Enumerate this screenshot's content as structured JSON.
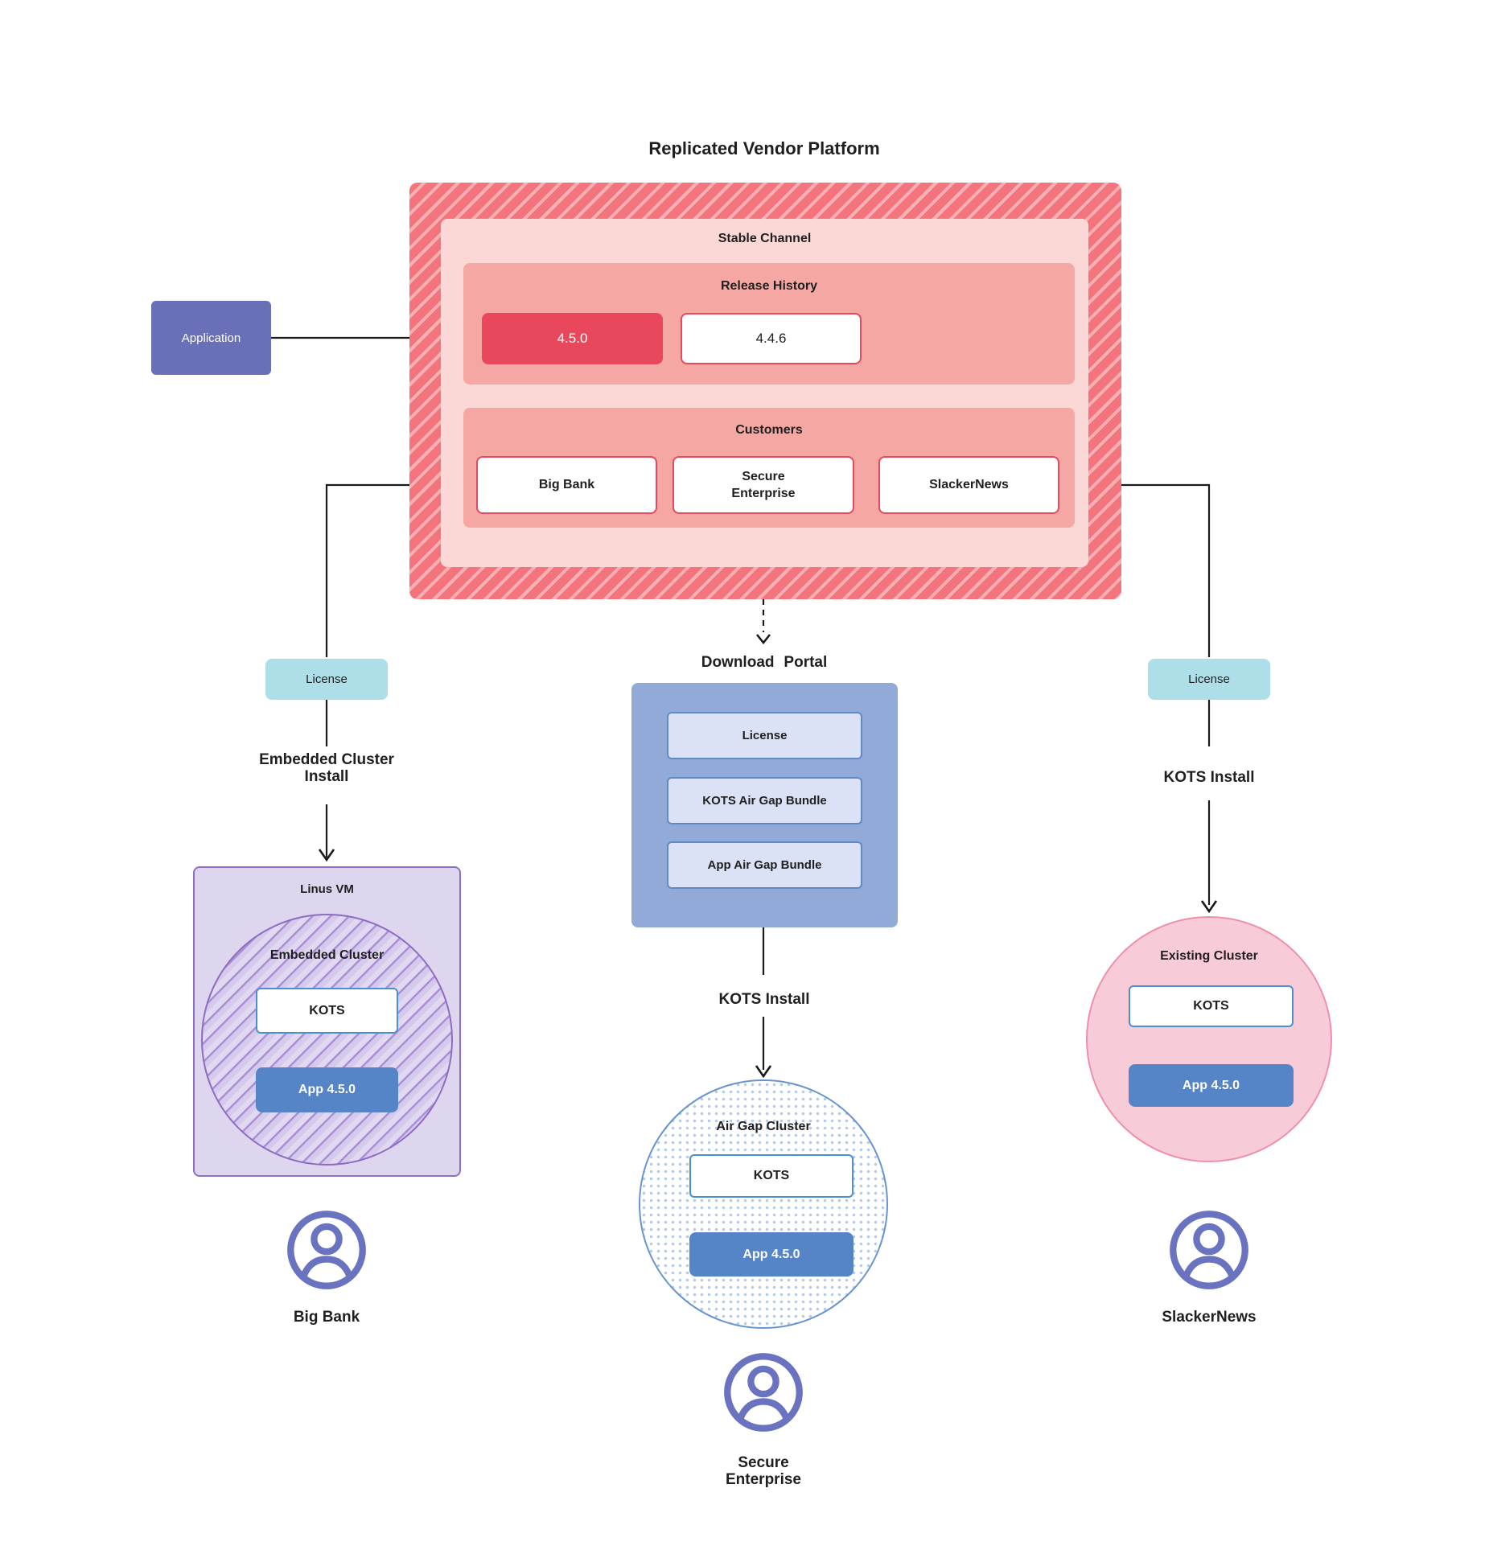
{
  "title": "Replicated Vendor Platform",
  "platform": {
    "stable_channel_label": "Stable Channel",
    "release_history": {
      "label": "Release History",
      "current_release": "4.5.0",
      "previous_release": "4.4.6"
    },
    "customers": {
      "label": "Customers",
      "items": [
        {
          "label": "Big Bank"
        },
        {
          "label": "Secure Enterprise"
        },
        {
          "label": "SlackerNews"
        }
      ]
    }
  },
  "application_label": "Application",
  "left_branch": {
    "license_label": "License",
    "install_label": "Embedded Cluster Install",
    "vm_label": "Linus VM",
    "cluster_label": "Embedded Cluster",
    "kots_label": "KOTS",
    "app_label": "App 4.5.0",
    "user_label": "Big Bank"
  },
  "middle_branch": {
    "portal_label": "Download Portal",
    "portal_items": [
      "License",
      "KOTS Air Gap Bundle",
      "App Air Gap Bundle"
    ],
    "install_label": "KOTS Install",
    "cluster_label": "Air Gap Cluster",
    "kots_label": "KOTS",
    "app_label": "App 4.5.0",
    "user_label": "Secure Enterprise"
  },
  "right_branch": {
    "license_label": "License",
    "install_label": "KOTS Install",
    "cluster_label": "Existing Cluster",
    "kots_label": "KOTS",
    "app_label": "App 4.5.0",
    "user_label": "SlackerNews"
  },
  "colors": {
    "accent_red": "#e9475c",
    "stripe_red_dark": "#f4747e",
    "stripe_red_light": "#f9b0b5",
    "panel_pink": "#fbd8d5",
    "panel_salmon": "#f5a8a3",
    "application_purple": "#6a70b8",
    "license_teal": "#aedfe9",
    "portal_blue": "#92aad8",
    "portal_item_blue": "#dce2f6",
    "app_blue": "#5584c7",
    "kots_border_blue": "#4a8ed3",
    "vm_lavender": "#ded5ee",
    "vm_border_purple": "#8e6fc4",
    "existing_pink": "#f8cbd9",
    "existing_border_pink": "#ef8fac",
    "user_icon_purple": "#6973c0"
  }
}
